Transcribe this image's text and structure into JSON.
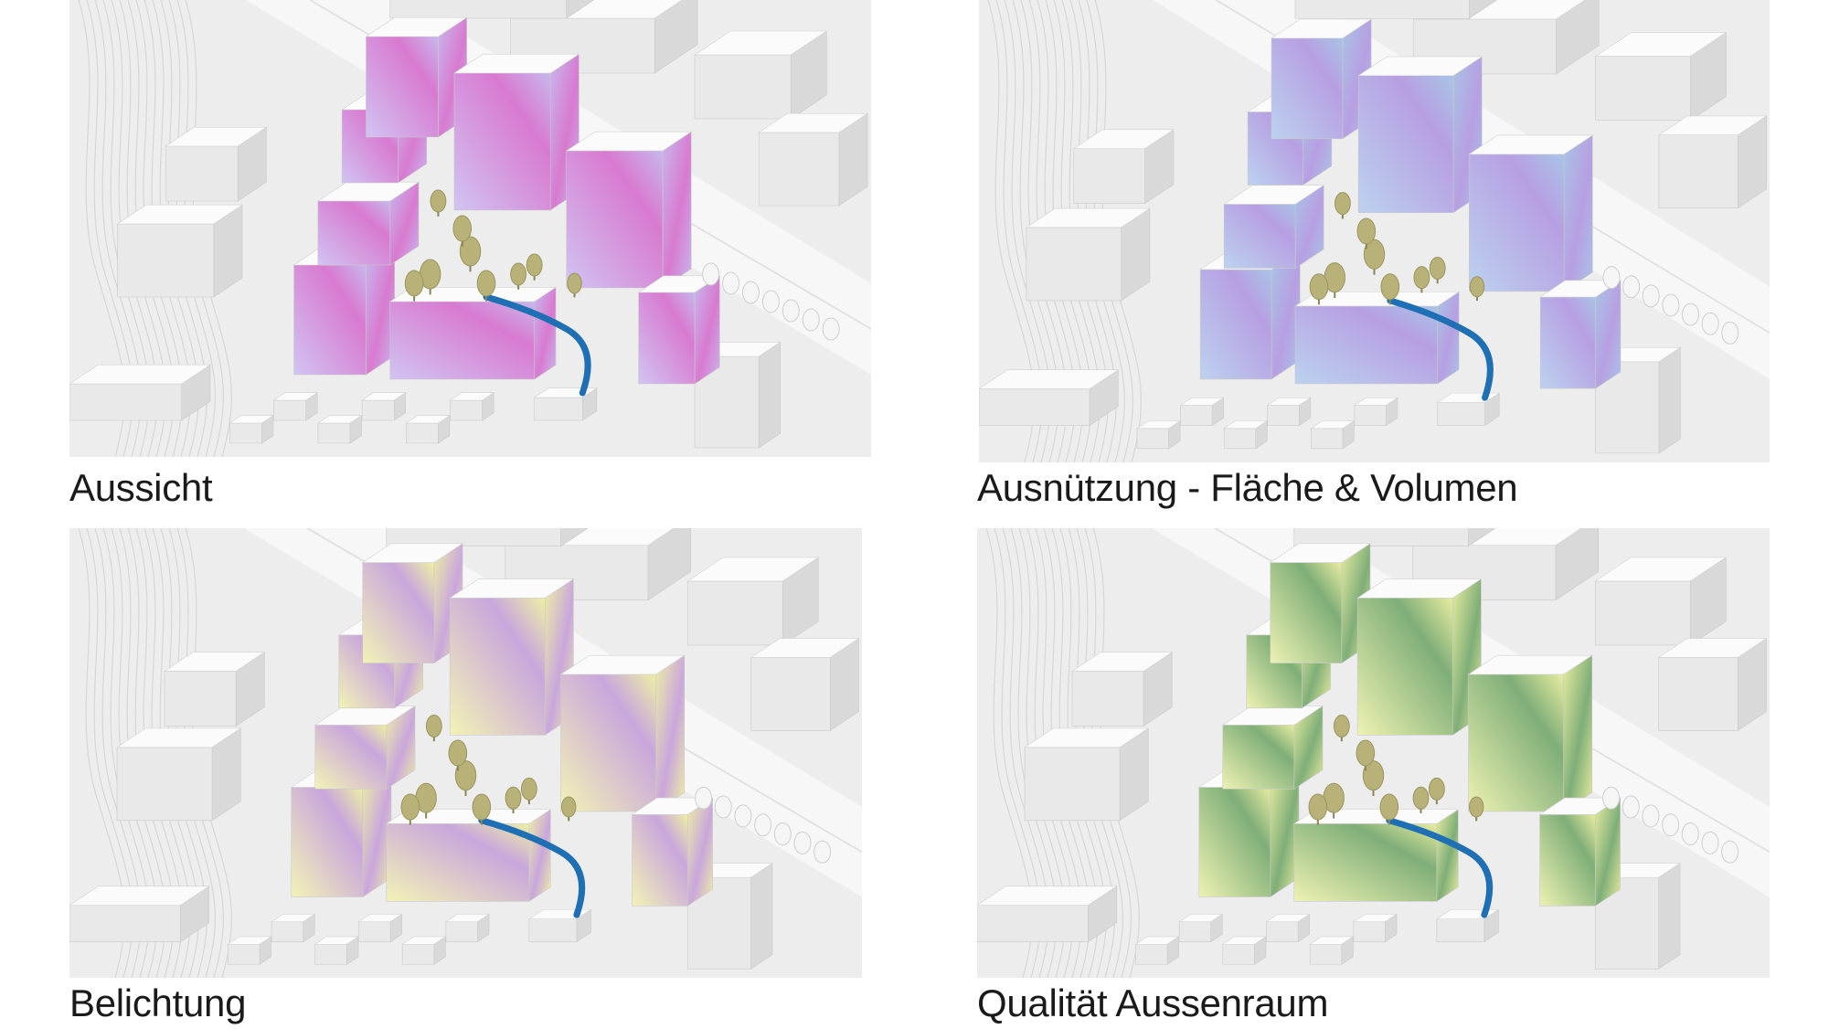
{
  "panels": [
    {
      "id": "aussicht",
      "caption": "Aussicht",
      "palette": {
        "base": "#c7b8ec",
        "accent": "#d87ad0",
        "side": "#b6a3e6",
        "front": "#d1c4f2"
      }
    },
    {
      "id": "ausnuetzung",
      "caption": "Ausnützung - Fläche & Volumen",
      "palette": {
        "base": "#a8c4e6",
        "accent": "#b79fe2",
        "side": "#8fb1dc",
        "front": "#bcd2ef"
      }
    },
    {
      "id": "belichtung",
      "caption": "Belichtung",
      "palette": {
        "base": "#eef0a4",
        "accent": "#c9a6dc",
        "side": "#e0e38e",
        "front": "#f2f3b6"
      }
    },
    {
      "id": "qualitaet",
      "caption": "Qualität Aussenraum",
      "palette": {
        "base": "#e8eda0",
        "accent": "#7fae78",
        "side": "#a9c98a",
        "front": "#eef2b2"
      }
    }
  ],
  "colors": {
    "ground": "#ededed",
    "building_top": "#fbfbfb",
    "building_side": "#d9d9d9",
    "building_front": "#e9e9e9",
    "road": "#f7f7f7",
    "tree": "#b8b278",
    "tree_dark": "#9a9460",
    "stream": "#1f6fb5",
    "caption": "#1a1a1a"
  }
}
